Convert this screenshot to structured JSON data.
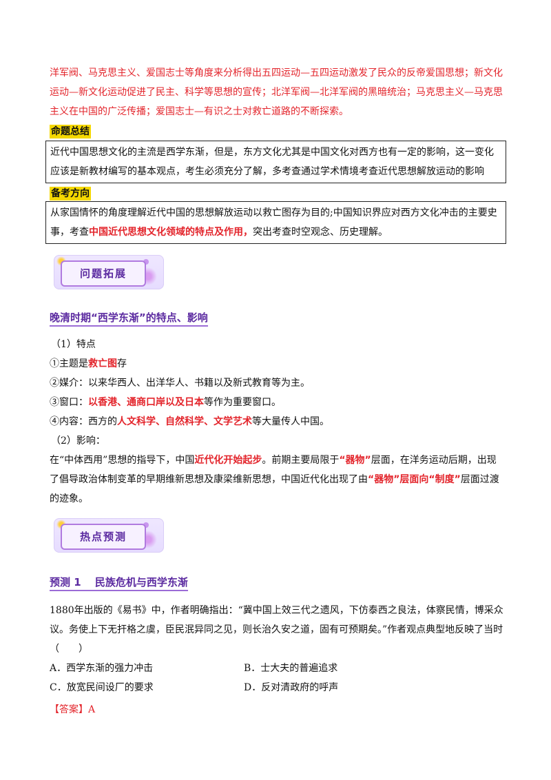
{
  "top_paragraph": "洋军阀、马克思主义、爱国志士等角度来分析得出五四运动—五四运动激发了民众的反帝爱国思想；新文化运动—新文化运动促进了民主、科学等思想的宣传；北洋军阀—北洋军阀的黑暗统治；马克思主义—马克思主义在中国的广泛传播；爱国志士—有识之士对救亡道路的不断探索。",
  "summary": {
    "label": "命题总结",
    "text": "近代中国思想文化的主流是西学东渐，但是，东方文化尤其是中国文化对西方也有一定的影响，这一变化应该是新教材编写的基本观点，考生必须充分了解，多考查通过学术情境考查近代思想解放运动的影响"
  },
  "direction": {
    "label": "备考方向",
    "text_a": "从家国情怀的角度理解近代中国的思想解放运动以救亡图存为目的;中国知识界应对西方文化冲击的主要史事，考查",
    "text_red": "中国近代思想文化领域的特点及作用，",
    "text_b": "突出考查时空观念、历史理解。"
  },
  "banner1": "问题拓展",
  "topic_title": "晚清时期“西学东渐”的特点、影响",
  "features": {
    "head": "（1）特点",
    "item1_a": "①主题是",
    "item1_red": "救亡图",
    "item1_b": "存",
    "item2": "②媒介：以来华西人、出洋华人、书籍以及新式教育等为主。",
    "item3_a": "③窗口：",
    "item3_red": "以香港、通商口岸以及日本",
    "item3_b": "等作为重要窗口。",
    "item4_a": "④内容：西方的",
    "item4_red": "人文科学、自然科学、文学艺术",
    "item4_b": "等大量传人中国。"
  },
  "impact": {
    "head": "（2）影响：",
    "t1": "在“中体西用”思想的指导下，中国",
    "r1": "近代化开始起步",
    "t2": "。前期主要局限于",
    "r2": "“器物”",
    "t3": "层面，在洋务运动后期，出现了倡导政治体制变革的早期维新思想及康梁维新思想，中国近代化出现了由",
    "r3": "“器物”层面向“制度”",
    "t4": "层面过渡的迹象。"
  },
  "banner2": "热点预测",
  "prediction_title": "预测 1　 民族危机与西学东渐",
  "question": "1880年出版的《易书》中，作者明确指出：“冀中国上效三代之遗风，下仿泰西之良法，体察民情，博采众议。务使上下无扞格之虞，臣民泯异同之见，则长治久安之道，固有可预期矣。”作者观点典型地反映了当时（　　）",
  "options": {
    "a": "A．西学东渐的强力冲击",
    "b": "B．士大夫的普遍追求",
    "c": "C．放宽民间设厂的要求",
    "d": "D．反对清政府的呼声"
  },
  "answer": "【答案】A"
}
